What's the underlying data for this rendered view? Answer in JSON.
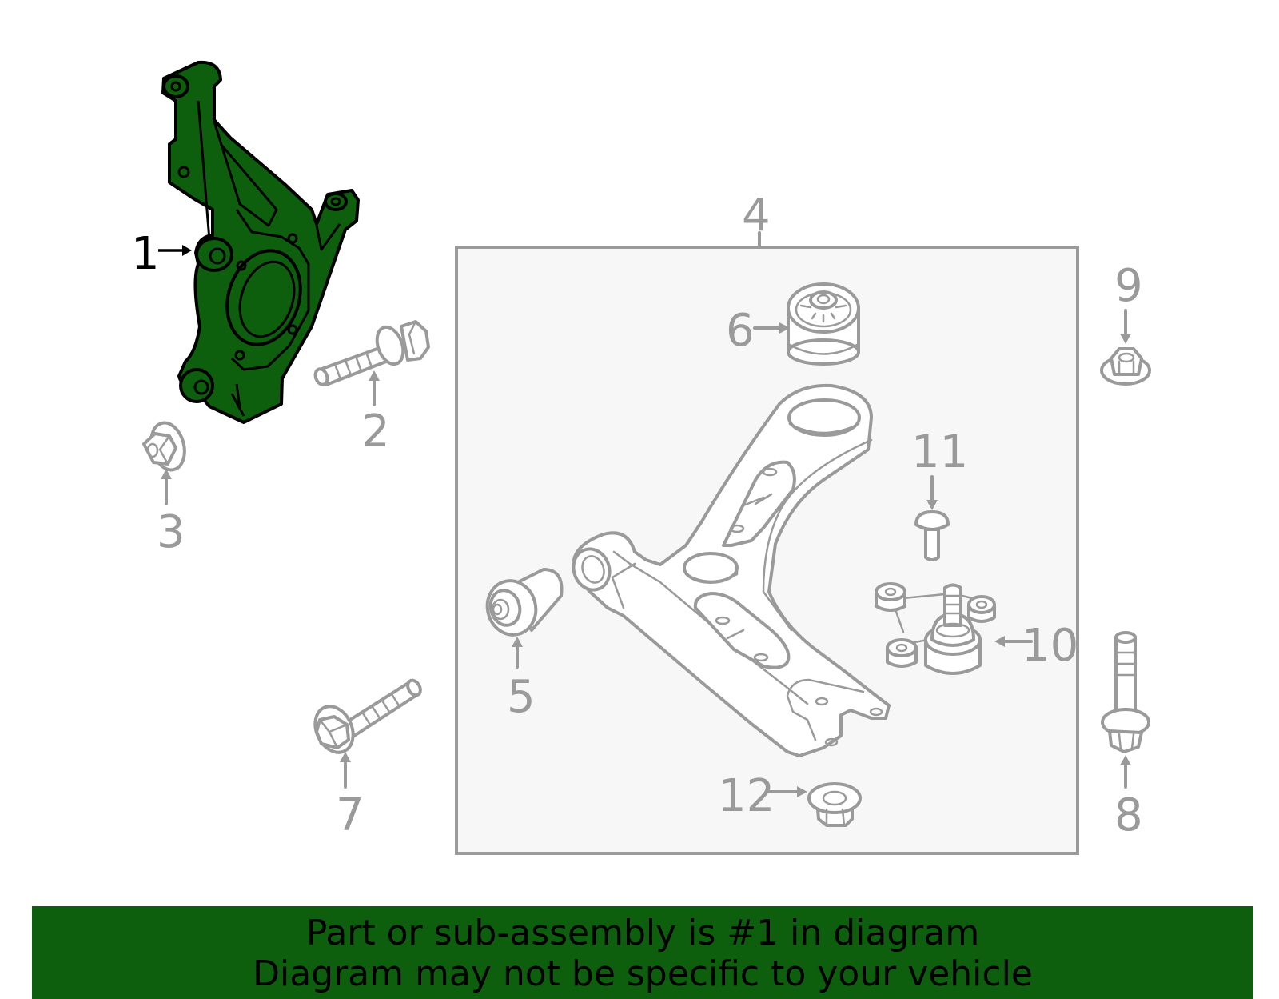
{
  "callouts": {
    "c1": "1",
    "c2": "2",
    "c3": "3",
    "c4": "4",
    "c5": "5",
    "c6": "6",
    "c7": "7",
    "c8": "8",
    "c9": "9",
    "c10": "10",
    "c11": "11",
    "c12": "12"
  },
  "highlighted_part": "1",
  "colors": {
    "highlight": "#0d5f0d",
    "line_art": "#9a9a9a",
    "box_fill": "#f7f7f7"
  },
  "banner": {
    "line1": "Part or sub-assembly is #1 in diagram",
    "line2": "Diagram may not be specific to your vehicle"
  }
}
